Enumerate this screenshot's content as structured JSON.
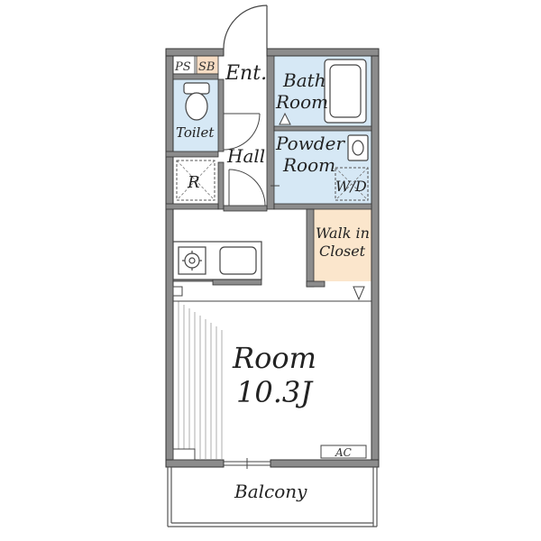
{
  "plan": {
    "rooms": {
      "entrance": "Ent.",
      "bath_line1": "Bath",
      "bath_line2": "Room",
      "toilet": "Toilet",
      "hall": "Hall",
      "powder_line1": "Powder",
      "powder_line2": "Room",
      "washer": "W/D",
      "fridge": "R",
      "closet_line1": "Walk in",
      "closet_line2": "Closet",
      "main_line1": "Room",
      "main_line2": "10.3J",
      "balcony": "Balcony"
    },
    "fixtures": {
      "pipe_space": "PS",
      "switch_board": "SB",
      "air_conditioner": "AC"
    },
    "colors": {
      "wall": "#8c8c8c",
      "wet_area": "#d6e8f5",
      "closet": "#fbe6cc",
      "switch_board": "#f7ddc4",
      "line": "#444444"
    }
  }
}
